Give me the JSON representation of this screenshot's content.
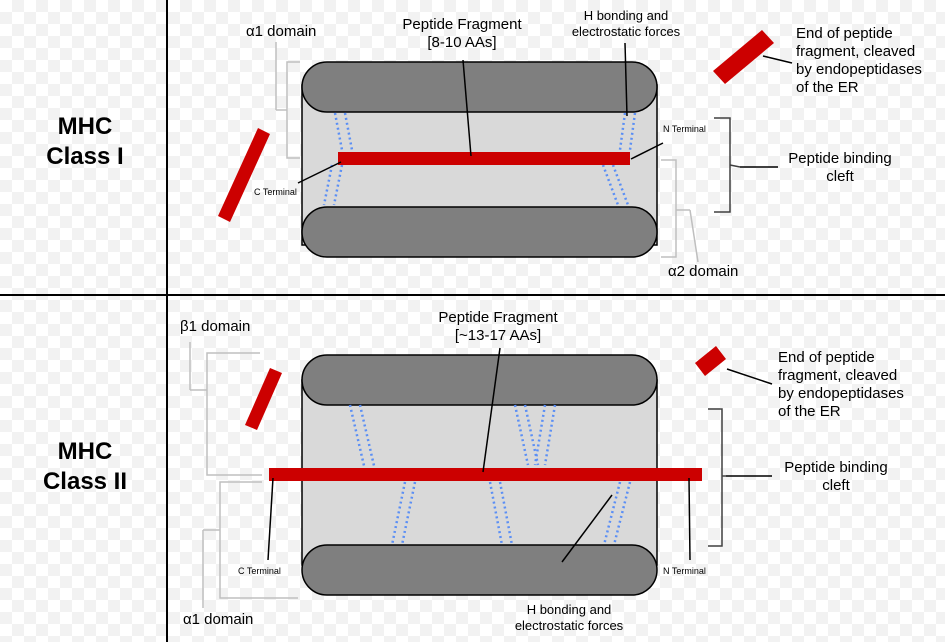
{
  "class1": {
    "title_line1": "MHC",
    "title_line2": "Class I",
    "domain_top": "α1 domain",
    "domain_bottom": "α2 domain",
    "fragment_line1": "Peptide Fragment",
    "fragment_line2": "[8-10 AAs]",
    "bonding_line1": "H bonding and",
    "bonding_line2": "electrostatic forces",
    "end_line1": "End of peptide",
    "end_line2": "fragment, cleaved",
    "end_line3": "by endopeptidases",
    "end_line4": "of the ER",
    "cleft_line1": "Peptide binding",
    "cleft_line2": "cleft",
    "n_terminal": "N Terminal",
    "c_terminal": "C Terminal"
  },
  "class2": {
    "title_line1": "MHC",
    "title_line2": "Class II",
    "domain_top": "β1 domain",
    "domain_bottom": "α1 domain",
    "fragment_line1": "Peptide Fragment",
    "fragment_line2": "[~13-17 AAs]",
    "bonding_line1": "H bonding and",
    "bonding_line2": "electrostatic forces",
    "end_line1": "End of peptide",
    "end_line2": "fragment, cleaved",
    "end_line3": "by endopeptidases",
    "end_line4": "of the ER",
    "cleft_line1": "Peptide binding",
    "cleft_line2": "cleft",
    "n_terminal": "N Terminal",
    "c_terminal": "C Terminal"
  },
  "colors": {
    "peptide": "#cc0000",
    "helix": "#7f7f7f",
    "groove": "#d9d9d9",
    "bonds": "#5b8ff5",
    "bracket_light": "#bfbfbf",
    "bracket_dark": "#404040"
  }
}
